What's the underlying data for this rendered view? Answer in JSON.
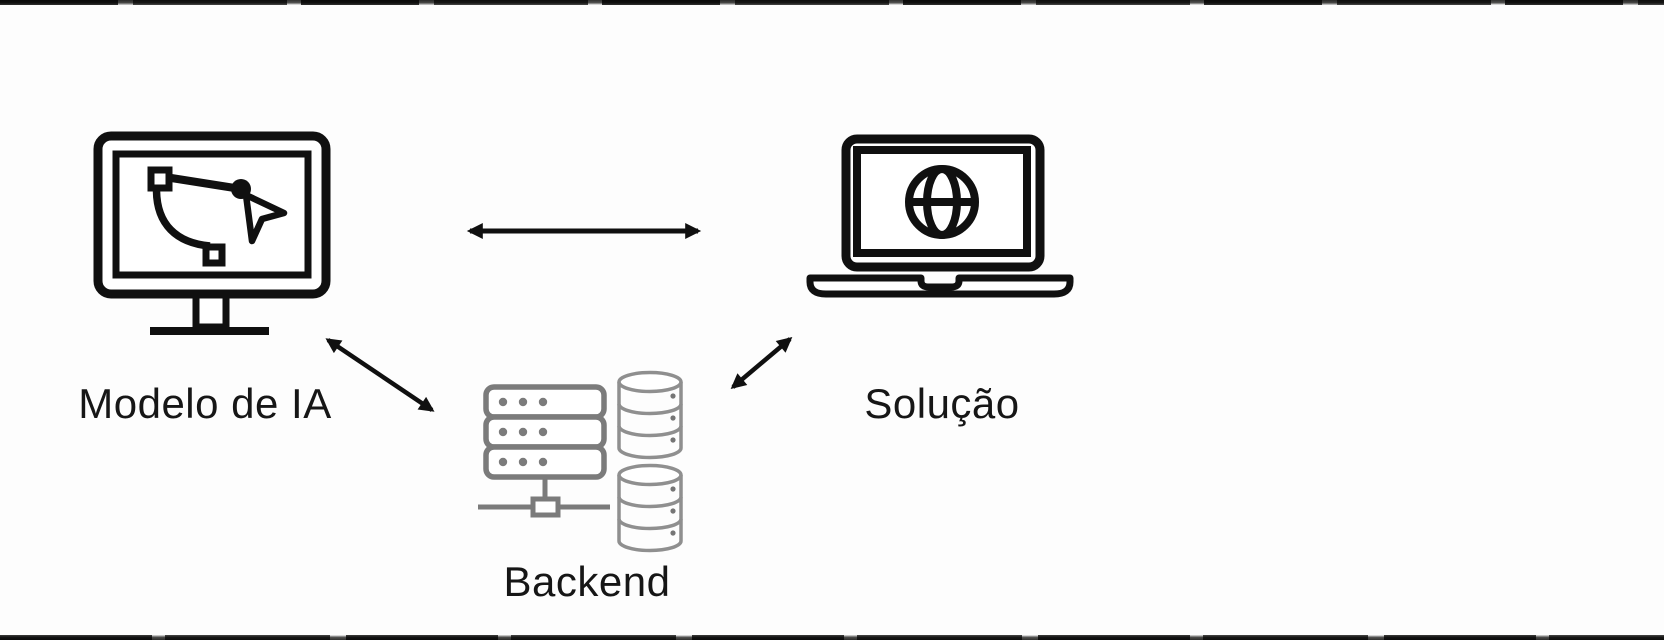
{
  "page": {
    "background": "#fdfdfd",
    "type": "architecture-diagram"
  },
  "diagram": {
    "nodes": [
      {
        "id": "ai-model",
        "label": "Modelo de IA",
        "icon": "vector-design-monitor-icon"
      },
      {
        "id": "solution",
        "label": "Solução",
        "icon": "globe-laptop-icon"
      },
      {
        "id": "backend",
        "label": "Backend",
        "icon": "server-database-icon"
      }
    ],
    "edges": [
      {
        "from": "ai-model",
        "to": "solution",
        "style": "double-headed-arrow"
      },
      {
        "from": "ai-model",
        "to": "backend",
        "style": "double-headed-arrow"
      },
      {
        "from": "backend",
        "to": "solution",
        "style": "double-headed-arrow"
      }
    ],
    "colors": {
      "line_black": "#101010",
      "server_gray": "#7b7b7b",
      "database_gray": "#8f8f8f",
      "database_dot_gray": "#757575",
      "text": "#161616",
      "background": "#fdfdfd"
    }
  }
}
